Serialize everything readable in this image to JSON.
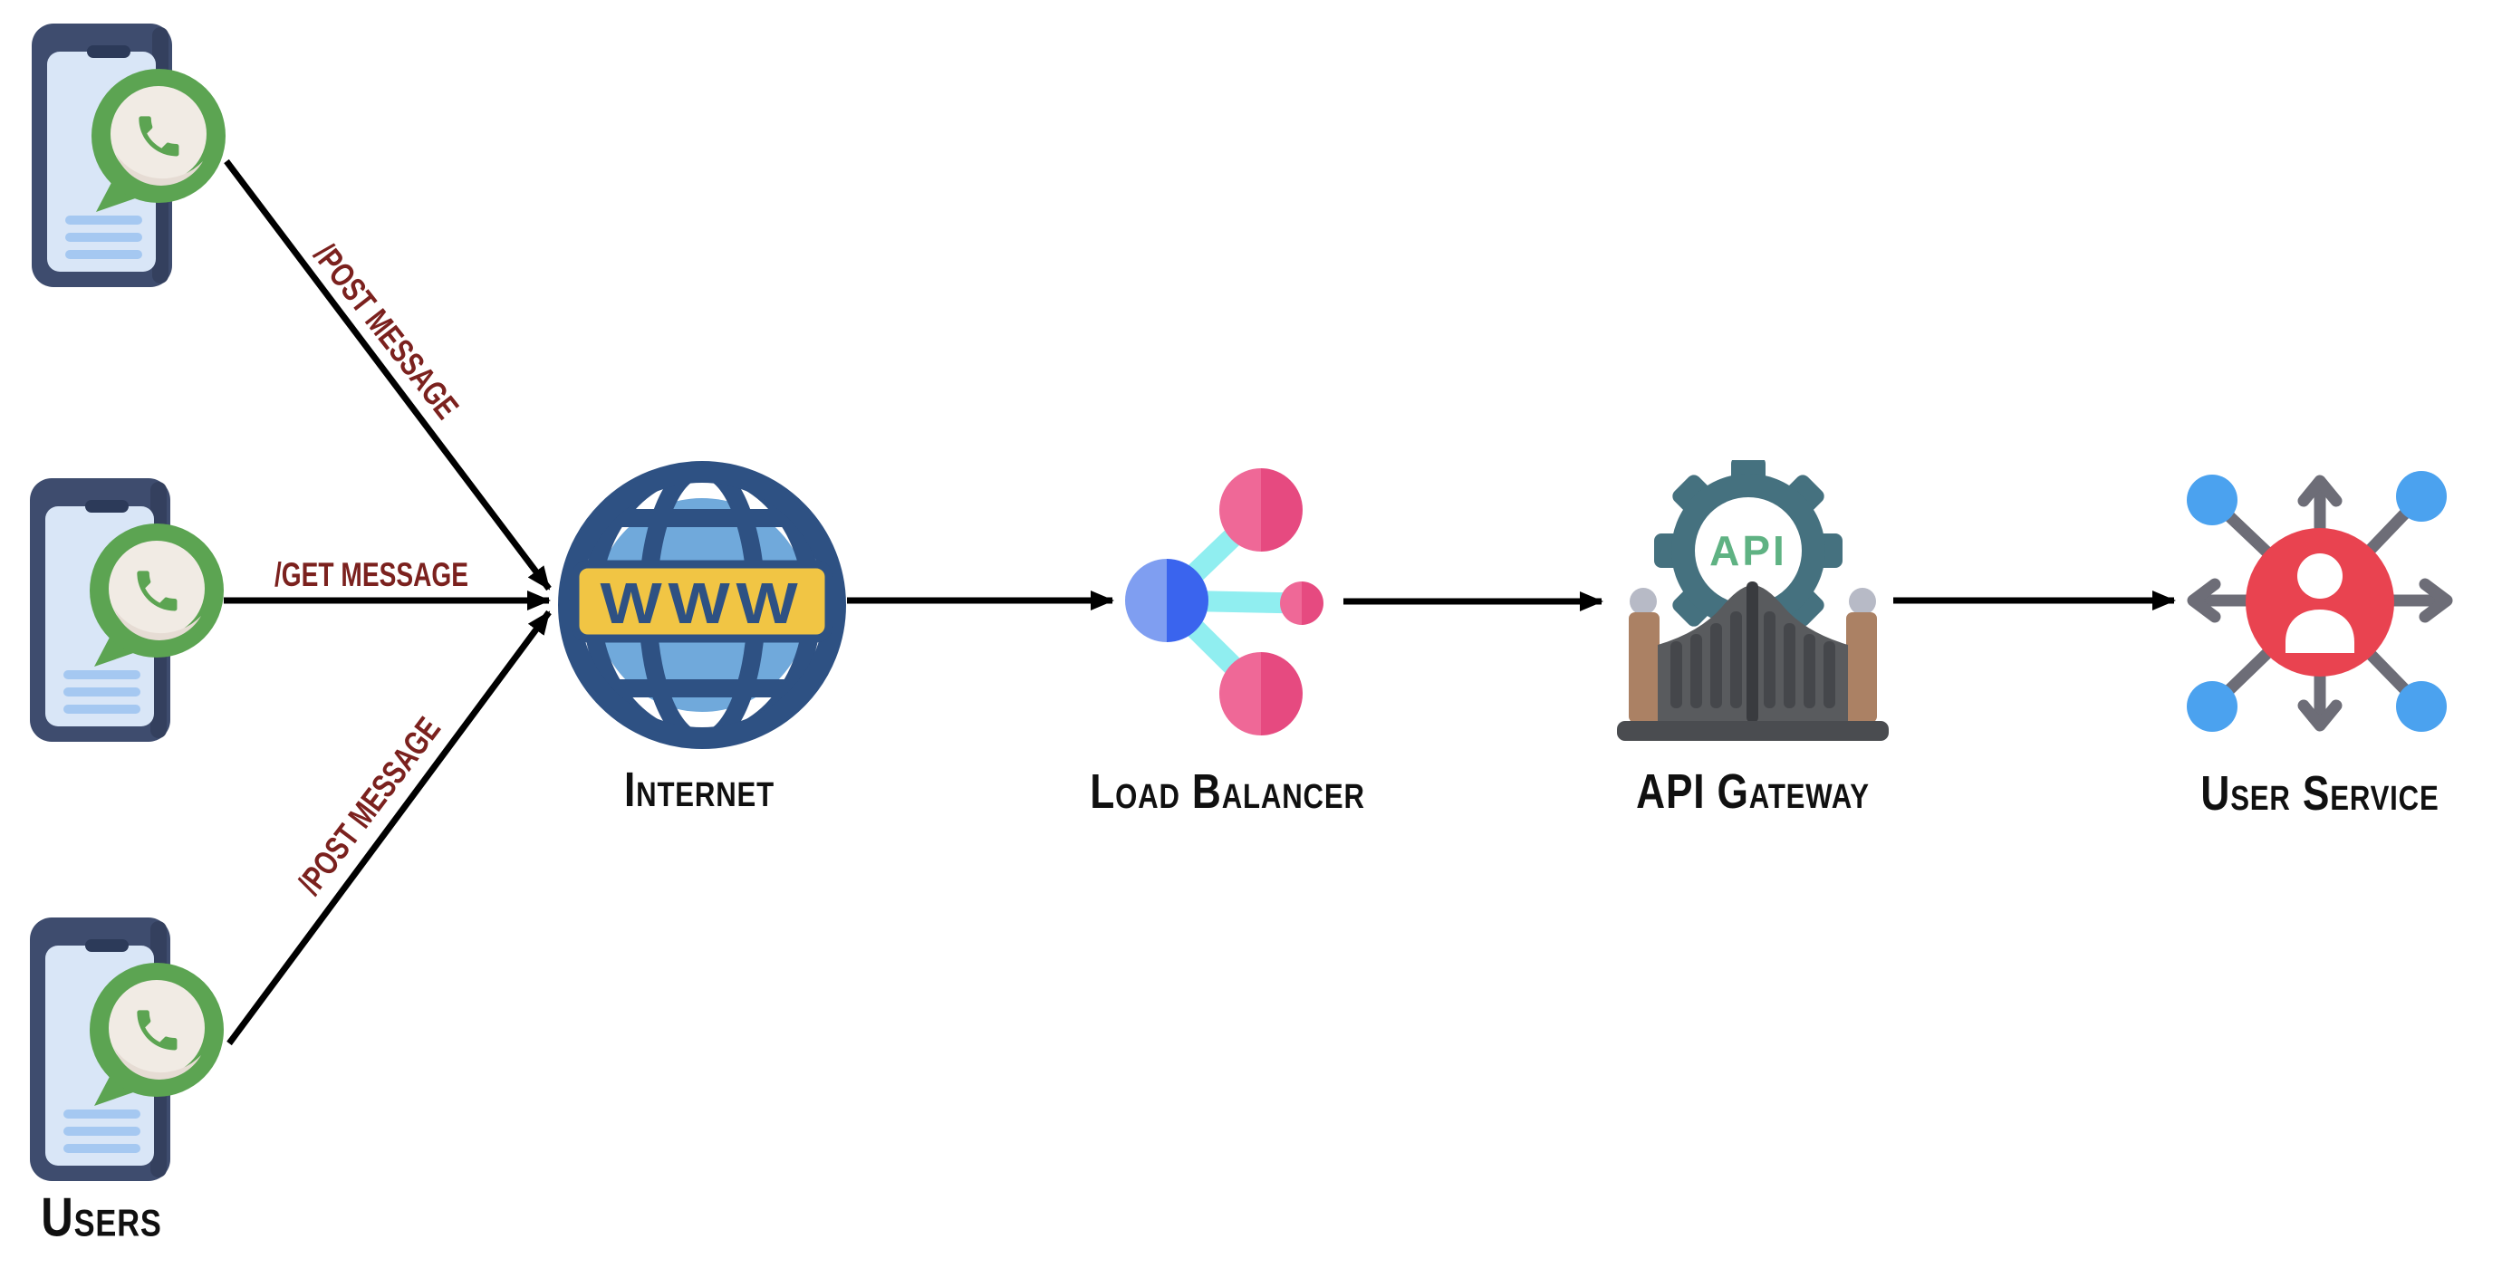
{
  "diagram": {
    "kind": "system-architecture-flow",
    "background": "#ffffff"
  },
  "nodes": [
    {
      "id": "users",
      "label": "Users",
      "icon": "smartphone-whatsapp-icon"
    },
    {
      "id": "internet",
      "label": "Internet",
      "badge": "WWW",
      "icon": "globe-www-icon"
    },
    {
      "id": "load-balancer",
      "label": "Load Balancer",
      "icon": "load-balancer-icon"
    },
    {
      "id": "api-gateway",
      "label": "API Gateway",
      "badge": "API",
      "icon": "api-gateway-icon"
    },
    {
      "id": "user-service",
      "label": "User Service",
      "icon": "user-service-icon"
    }
  ],
  "edges": [
    {
      "from": "user-phone-1",
      "to": "internet",
      "label": "/POST MESSAGE"
    },
    {
      "from": "user-phone-2",
      "to": "internet",
      "label": "/GET MESSAGE"
    },
    {
      "from": "user-phone-3",
      "to": "internet",
      "label": "/POST MESSAGE"
    },
    {
      "from": "internet",
      "to": "load-balancer",
      "label": ""
    },
    {
      "from": "load-balancer",
      "to": "api-gateway",
      "label": ""
    },
    {
      "from": "api-gateway",
      "to": "user-service",
      "label": ""
    }
  ],
  "colors": {
    "edge_label": "#7b211e",
    "caption": "#101010",
    "connector_line": "#000000",
    "phone_body": "#3e4c6e",
    "phone_screen": "#d9e6f7",
    "whatsapp_green": "#5ca452",
    "globe_navy": "#2e5183",
    "globe_blue": "#70a9db",
    "banner_yellow": "#f1c544",
    "lb_blue_light": "#7f9ef1",
    "lb_blue_dark": "#3a64ee",
    "lb_pink_light": "#ef6897",
    "lb_pink_dark": "#e64a80",
    "lb_cyan": "#90eef0",
    "gear_teal": "#45717f",
    "api_green": "#5fb283",
    "gate_gray": "#595b5e",
    "gate_post_brown": "#ab8164",
    "service_red": "#e94350",
    "service_blue": "#4ba2ef",
    "service_gray": "#6d6d77"
  }
}
